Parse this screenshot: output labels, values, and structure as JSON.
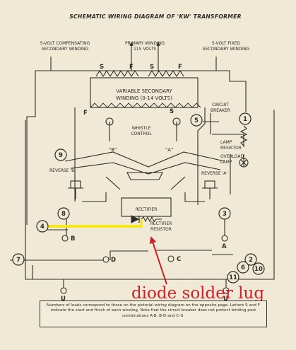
{
  "title": "SCHEMATIC WIRING DIAGRAM OF 'KW' TRANSFORMER",
  "labels": {
    "comp_winding": [
      "5-VOLT COMPENSATING",
      "SECONDARY WINDING"
    ],
    "primary_winding": [
      "PRIMARY WINDING",
      "115 VOLTS"
    ],
    "fixed_winding": [
      "5-VOLT FIXED",
      "SECONDARY WINDING"
    ],
    "variable_winding": [
      "VARIABLE SECONDARY",
      "WINDING (0-14 VOLTS)"
    ],
    "circuit_breaker": [
      "CIRCUIT",
      "BREAKER"
    ],
    "whistle_control": [
      "WHISTLE",
      "CONTROL"
    ],
    "lamp_resistor": [
      "LAMP",
      "RESISTOR"
    ],
    "overload_lamp": [
      "OVERLOAD",
      "LAMP"
    ],
    "reverse_b": "REVERSE 'B'",
    "reverse_a": "REVERSE 'A'",
    "rectifier": "RECTIFIER",
    "rectifier_resistor": [
      "RECTIFIER",
      "RESISTOR"
    ],
    "tap_s_left": "S",
    "tap_f_left": "F",
    "tap_s_mid": "S",
    "tap_f_mid": "F",
    "tap_s_right": "S",
    "tap_f_side": "F",
    "handle_b": "\"B\"",
    "handle_a": "\"A\""
  },
  "terminals": {
    "t1": "1",
    "t2": "2",
    "t3": "3",
    "t4": "4",
    "t5": "5",
    "t6": "6",
    "t7": "7",
    "t8": "8",
    "t9": "9",
    "t10": "10",
    "t11": "11"
  },
  "posts": {
    "A": "A",
    "B": "B",
    "C": "C",
    "D": "D",
    "U_left": "U",
    "U_right": "U"
  },
  "callout": "diode solder lug",
  "colors": {
    "paper": "#efe9d6",
    "ink": "#2e2a24",
    "highlight_wire": "#f4e81c",
    "callout_red": "#c8232d"
  },
  "note": "Numbers of leads correspond to those on the pictorial wiring diagram on the opposite page. Letters S and F indicate the start and finish of each winding. Note that the circuit breaker does not protect binding post combinations A-B, B-D and C-U."
}
